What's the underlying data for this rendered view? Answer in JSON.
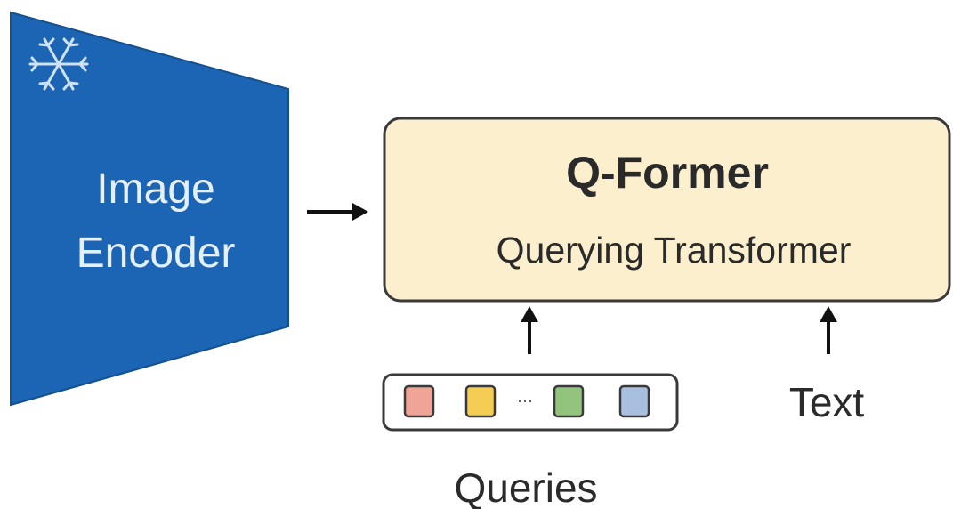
{
  "image_encoder": {
    "line1": "Image",
    "line2": "Encoder",
    "status_icon": "snowflake-icon",
    "color": "#1c64b4"
  },
  "qformer": {
    "title": "Q-Former",
    "subtitle": "Querying Transformer",
    "fill": "#fcefcd"
  },
  "queries": {
    "label": "Queries",
    "ellipsis": "···",
    "tokens": [
      {
        "color": "#f0a397"
      },
      {
        "color": "#f5cd53"
      },
      {
        "color": "#93c47d"
      },
      {
        "color": "#a9bfe0"
      }
    ]
  },
  "text_input": {
    "label": "Text"
  }
}
